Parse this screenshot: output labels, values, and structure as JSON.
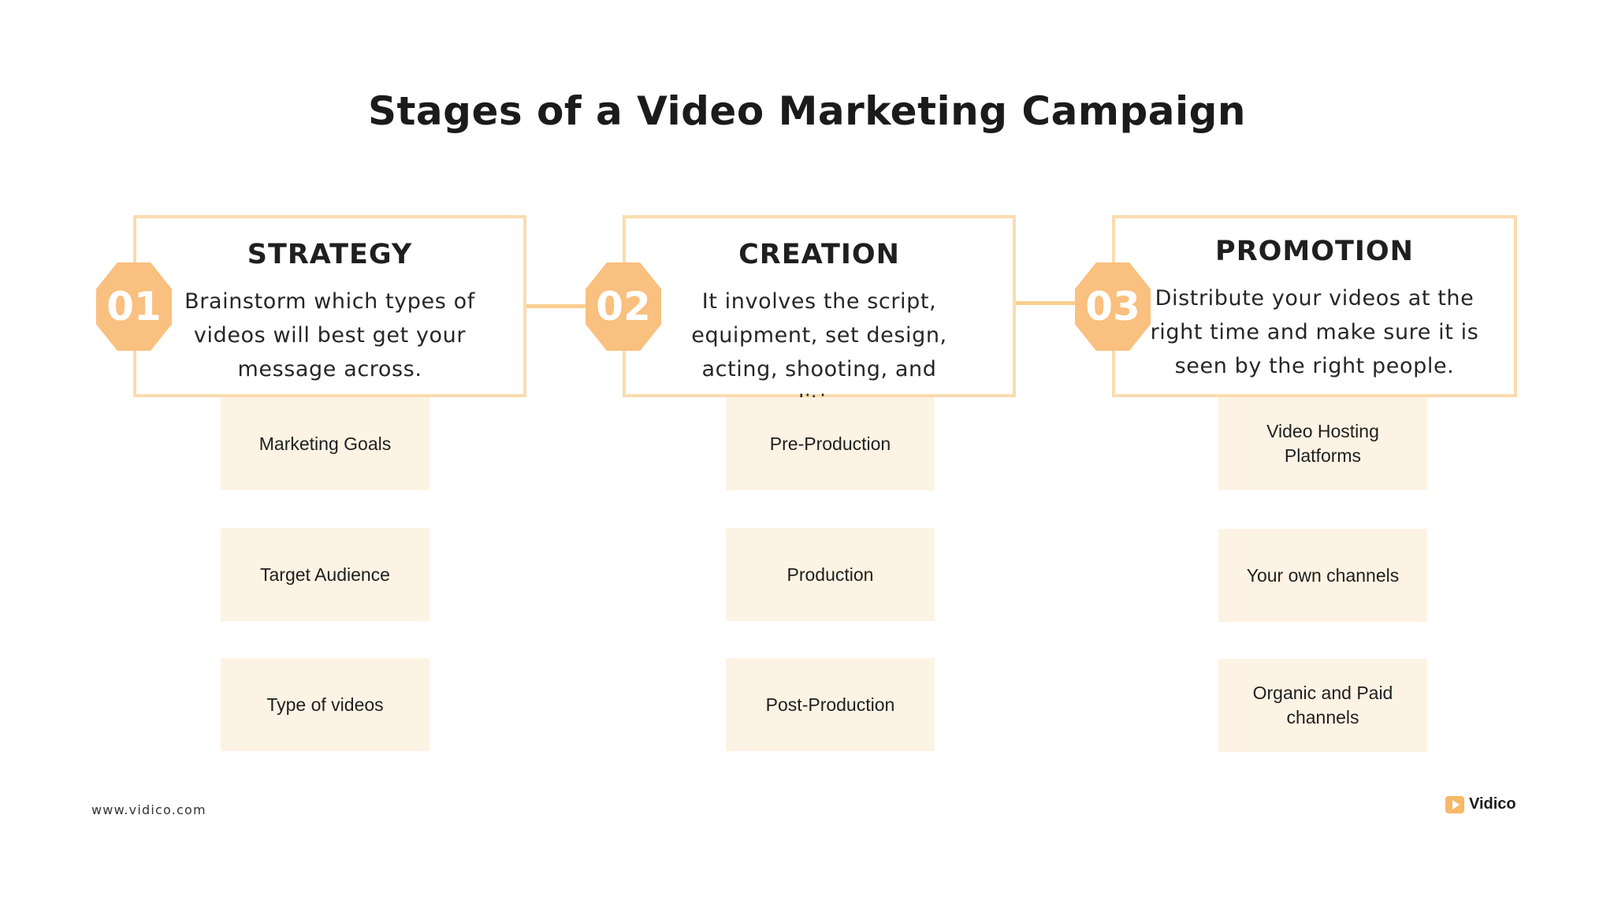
{
  "title": "Stages of a Video Marketing Campaign",
  "stages": [
    {
      "number": "01",
      "name": "STRATEGY",
      "description": "Brainstorm which types of videos will best get your message across.",
      "items": [
        "Marketing Goals",
        "Target Audience",
        "Type of videos"
      ]
    },
    {
      "number": "02",
      "name": "CREATION",
      "description": "It involves the script, equipment, set design, acting, shooting, and editing.",
      "items": [
        "Pre-Production",
        "Production",
        "Post-Production"
      ]
    },
    {
      "number": "03",
      "name": "PROMOTION",
      "description": "Distribute your videos at the right time and make sure it is seen by the right people.",
      "items": [
        "Video Hosting Platforms",
        "Your own channels",
        "Organic and Paid channels"
      ]
    }
  ],
  "footer": {
    "url": "www.vidico.com",
    "brand": "Vidico"
  },
  "colors": {
    "border": "#fbdcae",
    "badge": "#f9c07f",
    "item_bg": "#fdf3e4"
  }
}
